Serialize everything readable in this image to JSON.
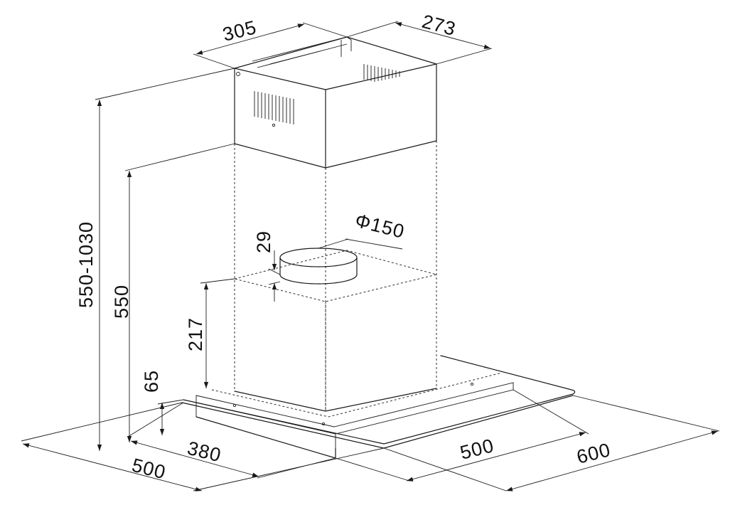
{
  "dimensions": {
    "chimney_depth": "305",
    "chimney_width": "273",
    "total_height_range": "550-1030",
    "lower_chimney_height": "550",
    "outlet_collar_height": "29",
    "outlet_diameter": "Φ150",
    "motor_box_height": "217",
    "canopy_thickness": "65",
    "inner_depth": "380",
    "canopy_depth": "500",
    "inner_width": "500",
    "canopy_width": "600"
  },
  "colors": {
    "line": "#1a1a1a",
    "background": "#ffffff"
  }
}
